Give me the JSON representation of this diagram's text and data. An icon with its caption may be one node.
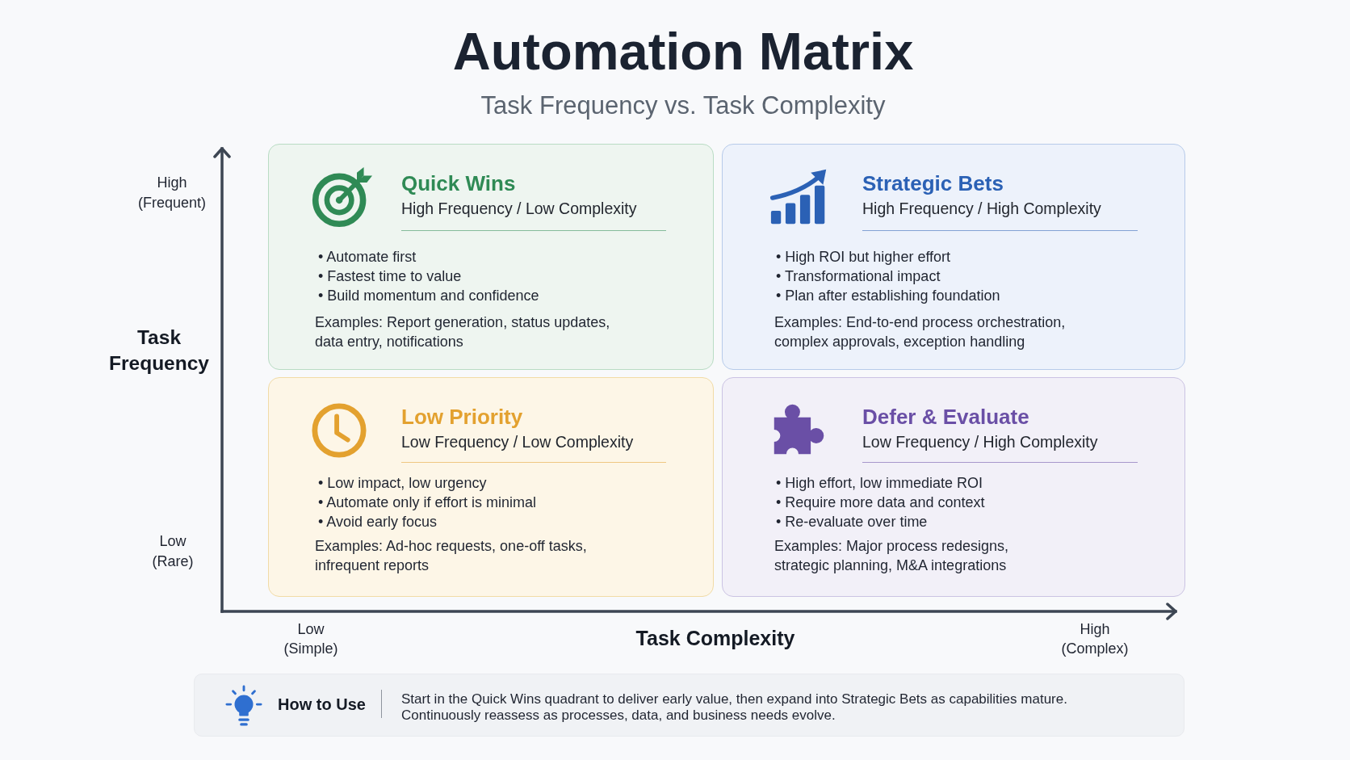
{
  "diagram": {
    "title": "Automation Matrix",
    "nodes": [
      {
        "text": [
          "Quick Wins",
          "High Frequency / Low Complexity",
          "• Automate first",
          "• Fastest time to value",
          "• Build momentum and confidence",
          "Examples: Report generation, status updates, data entry, notifications"
        ]
      },
      {
        "text": [
          "Strategic Bets",
          "High Frequency / High Complexity",
          "• High ROI but higher effort",
          "• Transformational impact",
          "• Plan after establishing foundation",
          "Examples: End-to-end process orchestration, complex approvals, exception handling"
        ]
      },
      {
        "text": [
          "Low Priority",
          "Low Frequency / Low Complexity",
          "• Low impact, low urgency",
          "• Automate only if effort is minimal",
          "• Avoid early focus",
          "Examples: Ad-hoc requests, one-off tasks, infrequent reports"
        ]
      },
      {
        "text": [
          "Defer & Evaluate",
          "Low Frequency / High Complexity",
          "• High effort, low immediate ROI",
          "• Require more data and context",
          "• Re-evaluate over time",
          "Examples: Major process redesigns, strategic planning, M&A integrations"
        ]
      },
      {
        "text": [
          "How to Use",
          "Start in the Quick Wins quadrant to deliver early value, then expand into Strategic Bets as capabilities mature. Continuously reassess as processes, data, and business needs evolve."
        ]
      }
    ],
    "labels": [
      "Task Frequency vs. Task Complexity",
      "High (Frequent)",
      "Task Frequency",
      "Low (Rare)",
      "Low (Simple)",
      "Task Complexity",
      "High (Complex)"
    ]
  }
}
